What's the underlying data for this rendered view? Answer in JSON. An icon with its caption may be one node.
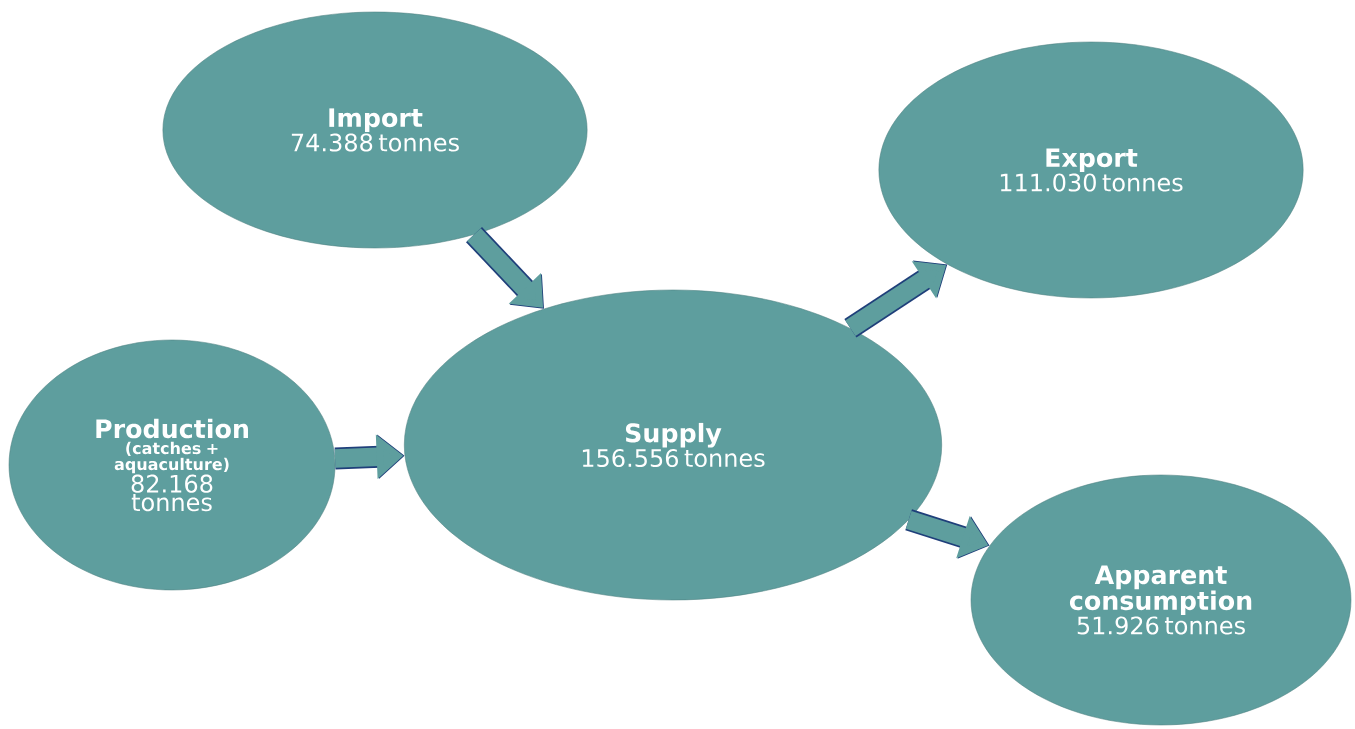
{
  "diagram": {
    "nodes": [
      {
        "text": [
          "Import",
          "74.388 tonnes"
        ]
      },
      {
        "text": [
          "Export",
          "111.030 tonnes"
        ]
      },
      {
        "text": [
          "Production",
          "(catches + aquaculture)",
          "82.168 tonnes"
        ]
      },
      {
        "text": [
          "Supply",
          "156.556 tonnes"
        ]
      },
      {
        "text": [
          "Apparent consumption",
          "51.926 tonnes"
        ]
      }
    ],
    "edges": [
      {
        "from": 0,
        "to": 3,
        "arrow": "to"
      },
      {
        "from": 2,
        "to": 3,
        "arrow": "to"
      },
      {
        "from": 3,
        "to": 1,
        "arrow": "to"
      },
      {
        "from": 3,
        "to": 4,
        "arrow": "to"
      }
    ]
  }
}
